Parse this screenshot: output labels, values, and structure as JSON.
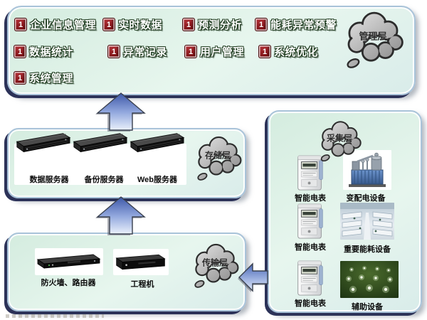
{
  "icons": {
    "book_glyph": "1"
  },
  "colors": {
    "panel_bg": "#e0f2e8",
    "panel_border": "#a9c3d9",
    "panel_shadow_navy": "#2c3258",
    "cloud_gray": "#b5b5b5",
    "arrow_blue": "#4a66b5",
    "icon_red": "#8e1418",
    "item_text": "#ffffff",
    "item_text_outline": "#1e3b1e"
  },
  "management": {
    "cloud_label": "管理层",
    "items": [
      "企业信息管理",
      "实时数据",
      "预测分析",
      "能耗异常预警",
      "数据统计",
      "异常记录",
      "用户管理",
      "系统优化",
      "系统管理"
    ]
  },
  "storage": {
    "cloud_label": "存储层",
    "server_labels": [
      "数据服务器",
      "备份服务器",
      "Web服务器"
    ]
  },
  "transmission": {
    "cloud_label": "传输层",
    "device_labels": [
      "防火墙、路由器",
      "工程机"
    ]
  },
  "collection": {
    "cloud_label": "采集层",
    "rows": [
      {
        "meter_label": "智能电表",
        "equipment_label": "变配电设备"
      },
      {
        "meter_label": "智能电表",
        "equipment_label": "重要能耗设备"
      },
      {
        "meter_label": "智能电表",
        "equipment_label": "辅助设备"
      }
    ]
  }
}
